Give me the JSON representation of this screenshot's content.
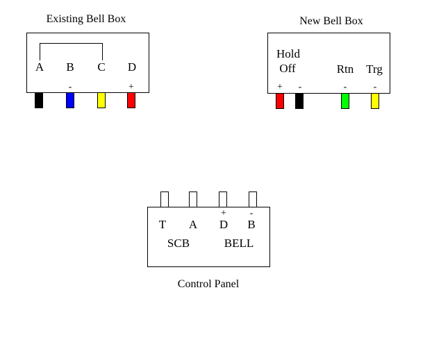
{
  "existing_box": {
    "title": "Existing Bell Box",
    "terminals": [
      {
        "label": "A",
        "sign": "",
        "wire_color": "#000000"
      },
      {
        "label": "B",
        "sign": "-",
        "wire_color": "#0000ff"
      },
      {
        "label": "C",
        "sign": "",
        "wire_color": "#ffff00"
      },
      {
        "label": "D",
        "sign": "+",
        "wire_color": "#ff0000"
      }
    ],
    "link": "A-C"
  },
  "new_box": {
    "title": "New Bell Box",
    "hold_off_line1": "Hold",
    "hold_off_line2": "Off",
    "rtn": "Rtn",
    "trg": "Trg",
    "signs": [
      "+",
      "-",
      "-",
      "-"
    ],
    "wire_colors": [
      "#ff0000",
      "#000000",
      "#00ff00",
      "#ffff00"
    ]
  },
  "control_panel": {
    "title": "Control Panel",
    "terminals": [
      {
        "label": "T",
        "sign": ""
      },
      {
        "label": "A",
        "sign": ""
      },
      {
        "label": "D",
        "sign": "+"
      },
      {
        "label": "B",
        "sign": "-"
      }
    ],
    "group_scb": "SCB",
    "group_bell": "BELL"
  }
}
